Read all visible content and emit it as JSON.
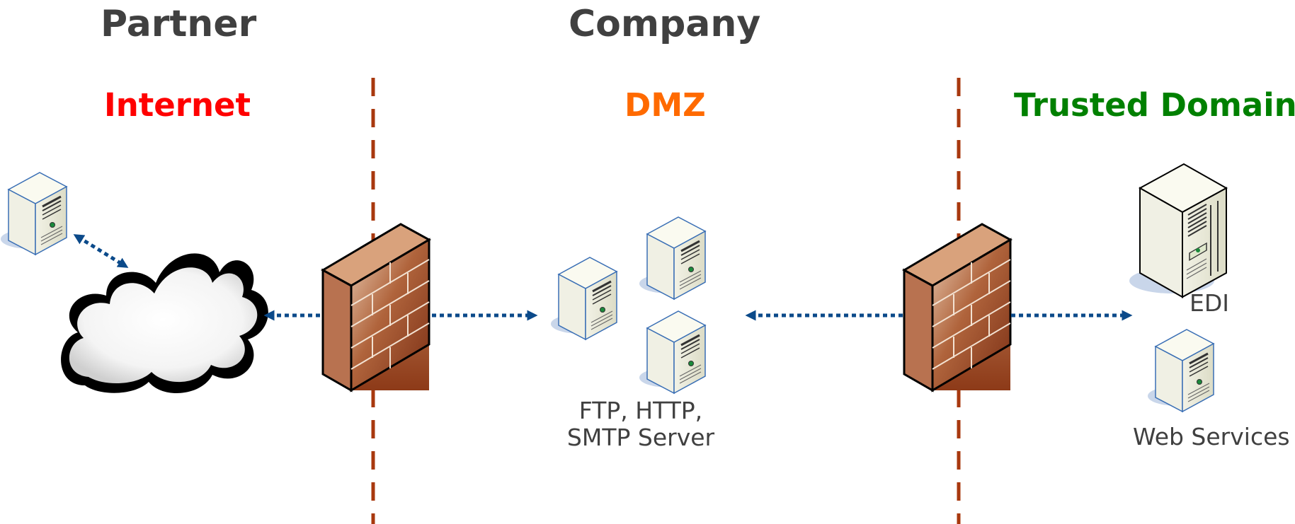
{
  "headers": {
    "partner": "Partner",
    "company": "Company"
  },
  "zones": {
    "internet": {
      "label": "Internet",
      "color": "#ff0000"
    },
    "dmz": {
      "label": "DMZ",
      "color": "#ff6a00"
    },
    "trusted": {
      "label": "Trusted Domain",
      "color": "#008000"
    }
  },
  "captions": {
    "dmz_line1": "FTP, HTTP,",
    "dmz_line2": "SMTP  Server",
    "edi": "EDI",
    "web_services": "Web Services"
  },
  "colors": {
    "boundary": "#a8380e",
    "arrow": "#0b4a8a"
  },
  "icons": [
    "server-icon",
    "cloud-icon",
    "firewall-icon",
    "tower-server-icon",
    "double-arrow-icon"
  ]
}
